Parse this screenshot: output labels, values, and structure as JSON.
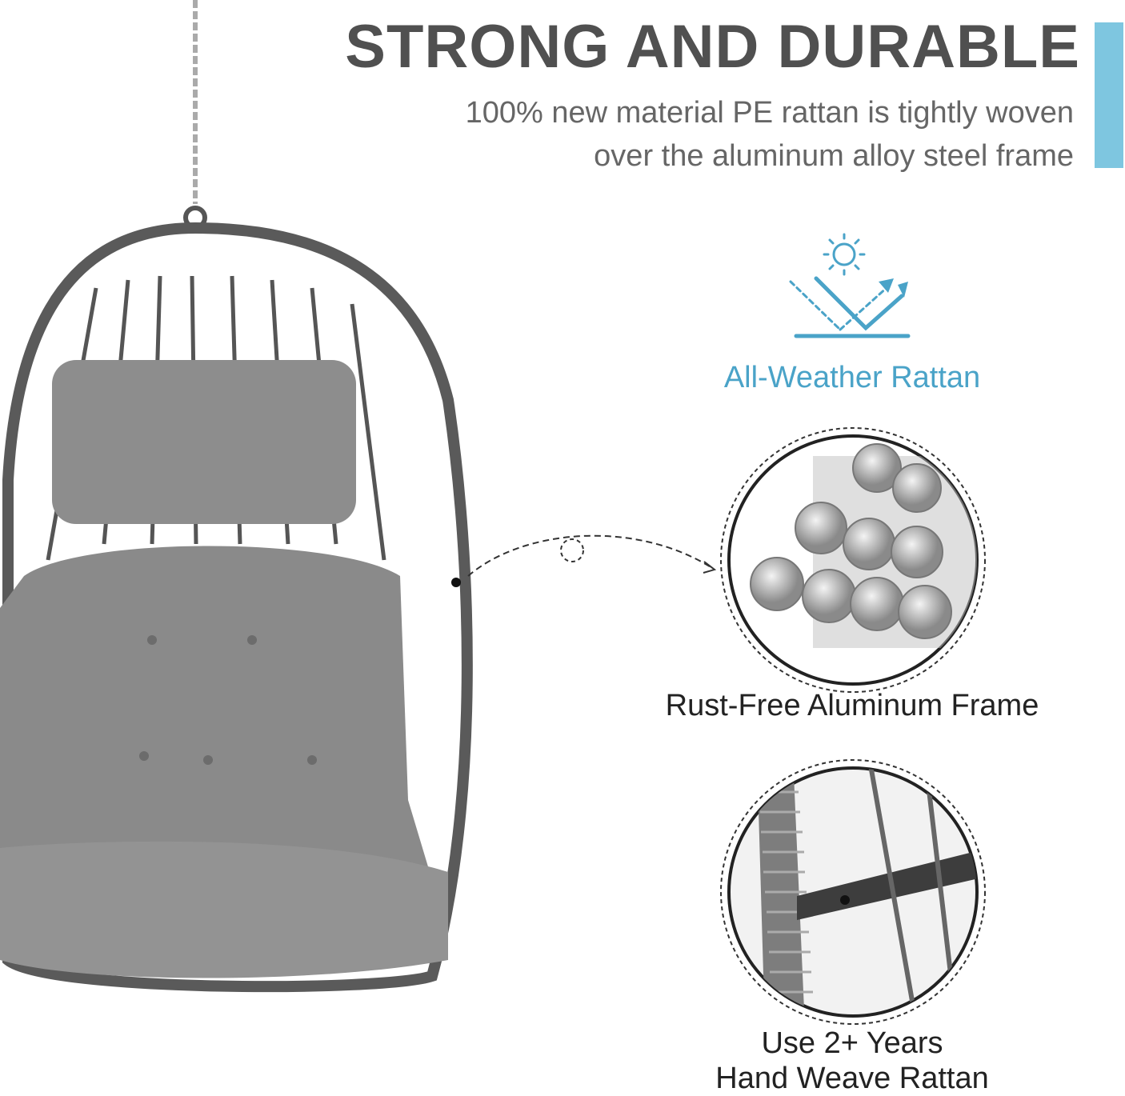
{
  "header": {
    "title": "STRONG AND DURABLE",
    "subtitle_line1": "100% new material PE rattan is tightly woven",
    "subtitle_line2": "over the aluminum alloy steel frame"
  },
  "features": [
    {
      "icon": "sun-reflection-icon",
      "label": "All-Weather Rattan"
    },
    {
      "icon": "aluminum-rods-image",
      "label": "Rust-Free Aluminum Frame"
    },
    {
      "icon": "woven-rattan-closeup-image",
      "label_line1": "Use 2+ Years",
      "label_line2": "Hand Weave Rattan"
    }
  ],
  "colors": {
    "accent": "#7ec6e0",
    "icon_blue": "#4aa3c8",
    "title": "#505050",
    "cushion": "#8a8a8a",
    "frame": "#5a5a5a"
  }
}
